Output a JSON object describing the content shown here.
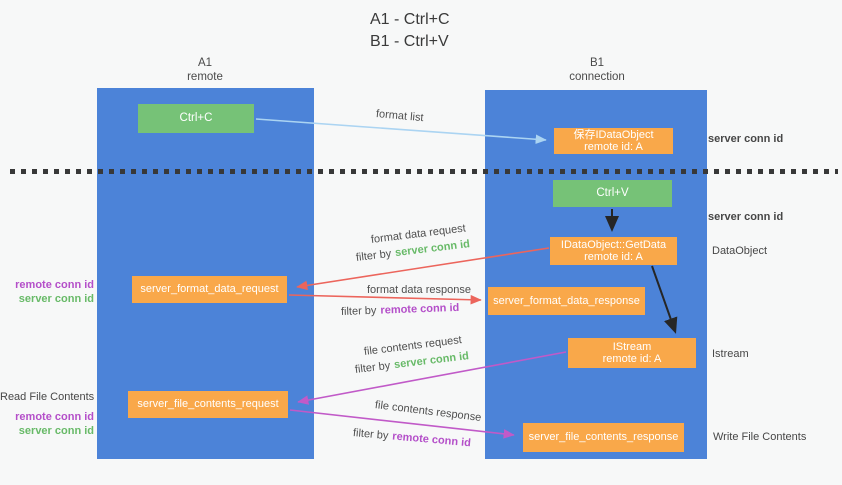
{
  "title": {
    "line1": "A1 - Ctrl+C",
    "line2": "B1 - Ctrl+V"
  },
  "lifelines": {
    "left": {
      "name": "A1",
      "role": "remote"
    },
    "right": {
      "name": "B1",
      "role": "connection"
    }
  },
  "nodes": {
    "ctrl_c": {
      "label": "Ctrl+C"
    },
    "save_idataobject": {
      "line1": "保存IDataObject",
      "line2": "remote id: A"
    },
    "ctrl_v": {
      "label": "Ctrl+V"
    },
    "getdata": {
      "line1": "IDataObject::GetData",
      "line2": "remote id: A"
    },
    "format_request": {
      "label": "server_format_data_request"
    },
    "format_response": {
      "label": "server_format_data_response"
    },
    "istream": {
      "line1": "IStream",
      "line2": "remote id: A"
    },
    "file_request": {
      "label": "server_file_contents_request"
    },
    "file_response": {
      "label": "server_file_contents_response"
    }
  },
  "flow_labels": {
    "format_list": "format list",
    "format_data_request": "format data request",
    "format_data_response": "format data response",
    "file_contents_request": "file contents request",
    "file_contents_response": "file contents response",
    "filter_by": "filter by",
    "server_conn_id": "server conn id",
    "remote_conn_id": "remote conn id"
  },
  "side_labels": {
    "right_server_conn_id_top": "server conn id",
    "right_server_conn_id_mid": "server conn id",
    "dataobject": "DataObject",
    "istream": "Istream",
    "write_file_contents": "Write File Contents",
    "read_file_contents": "Read File Contents",
    "left_remote_conn_id_1": "remote conn id",
    "left_server_conn_id_1": "server conn id",
    "left_remote_conn_id_2": "remote conn id",
    "left_server_conn_id_2": "server conn id"
  },
  "colors": {
    "lifeline_blue": "#4c83d8",
    "node_orange": "#f9a84a",
    "node_green": "#76c277",
    "arrow_light_blue": "#abd4f2",
    "arrow_red": "#ec655c",
    "arrow_magenta": "#c15ac8",
    "arrow_black": "#262626",
    "text_green": "#68ba68",
    "text_purple": "#b44fc9",
    "text_dark": "#474747"
  }
}
